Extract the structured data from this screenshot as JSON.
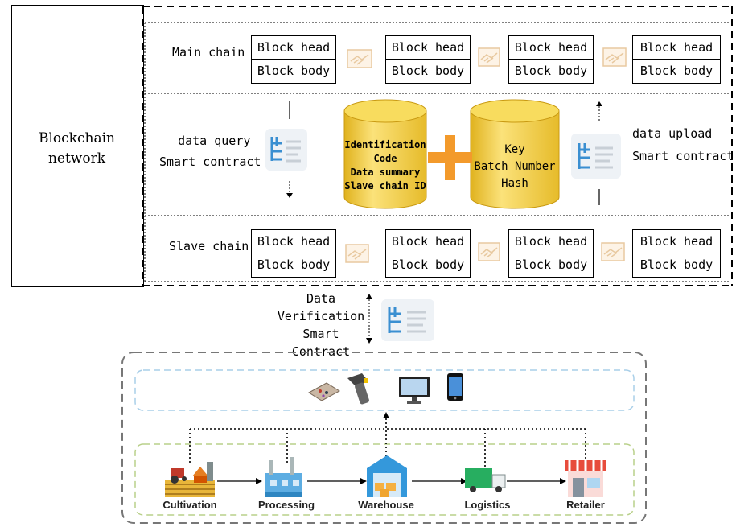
{
  "network_label_line1": "Blockchain",
  "network_label_line2": "network",
  "main_chain": {
    "label": "Main chain",
    "blocks": [
      {
        "head": "Block head",
        "body": "Block body"
      },
      {
        "head": "Block head",
        "body": "Block body"
      },
      {
        "head": "Block head",
        "body": "Block body"
      },
      {
        "head": "Block head",
        "body": "Block body"
      }
    ]
  },
  "slave_chain": {
    "label": "Slave chain",
    "blocks": [
      {
        "head": "Block head",
        "body": "Block body"
      },
      {
        "head": "Block head",
        "body": "Block body"
      },
      {
        "head": "Block head",
        "body": "Block body"
      },
      {
        "head": "Block head",
        "body": "Block body"
      }
    ]
  },
  "query_contract": {
    "line1": "data query",
    "line2": "Smart contract"
  },
  "upload_contract": {
    "line1": "data upload",
    "line2": "Smart contract"
  },
  "left_cylinder": [
    "Identification",
    "Code",
    "Data summary",
    "Slave chain ID"
  ],
  "right_cylinder": [
    "Key",
    "Batch Number",
    "Hash"
  ],
  "verification": [
    "Data",
    "Verification",
    "Smart",
    "Contract"
  ],
  "stages": [
    "Cultivation",
    "Processing",
    "Warehouse",
    "Logistics",
    "Retailer"
  ],
  "colors": {
    "cylinder_fill": "#f7d44a",
    "plus": "#f39a2b",
    "device_box": "#a9cfe8",
    "stage_box": "#b9d08a",
    "outer_dash": "#777777",
    "contract_icon": "#3a8fd1"
  }
}
